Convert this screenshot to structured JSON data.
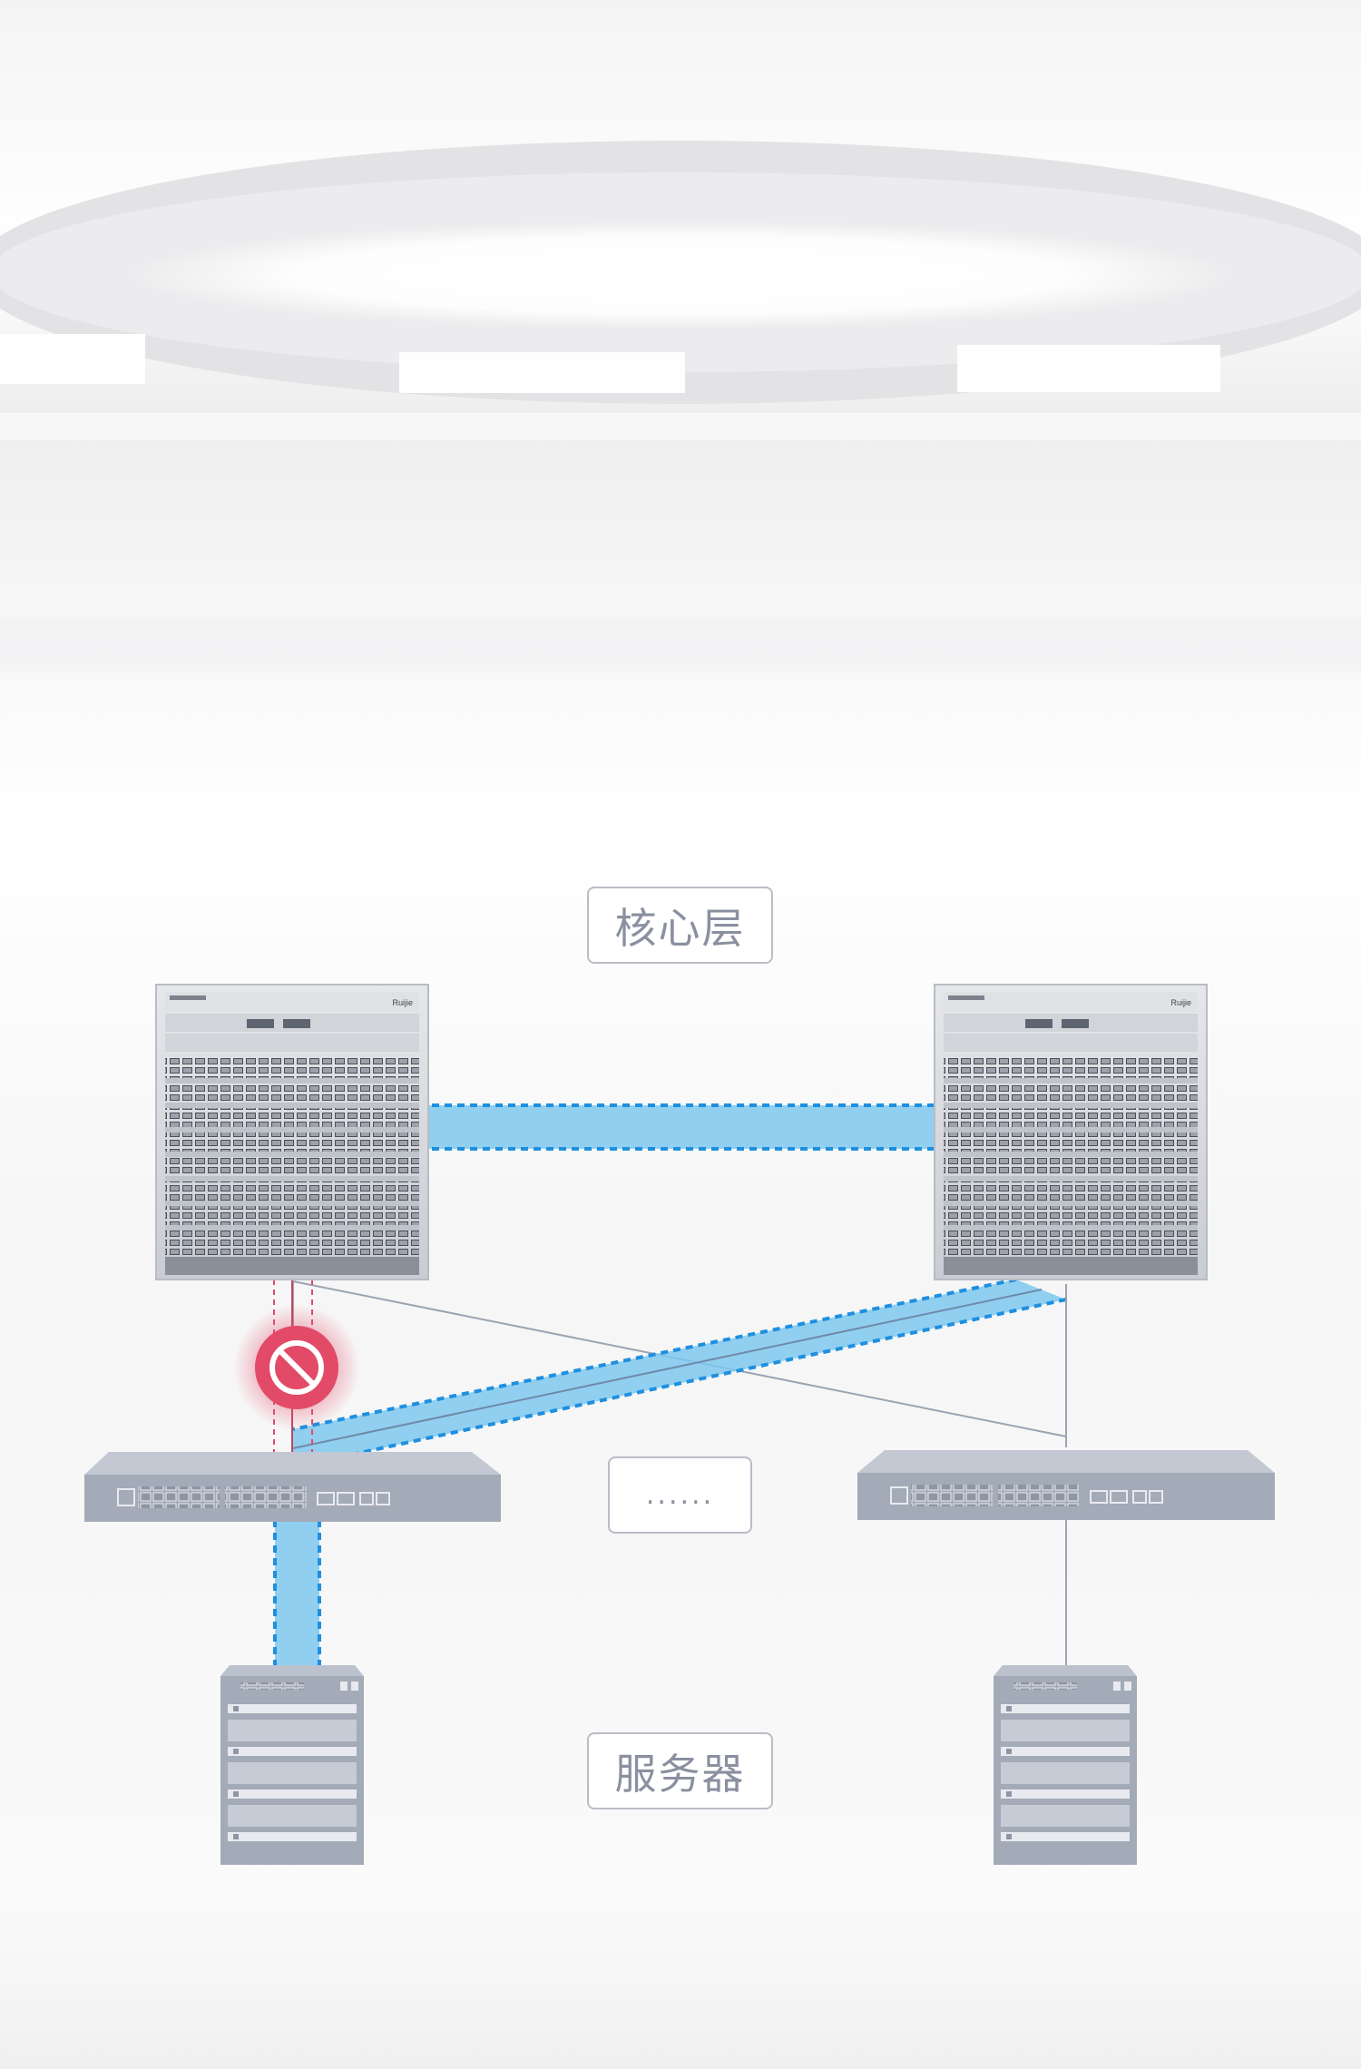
{
  "labels": {
    "core_layer": "核心层",
    "ellipsis": "......",
    "servers": "服务器"
  },
  "devices": {
    "core_switches": [
      {
        "name": "core-switch-left",
        "brand_text": "Ruijie"
      },
      {
        "name": "core-switch-right",
        "brand_text": "Ruijie"
      }
    ],
    "access_switches": [
      {
        "name": "access-switch-left"
      },
      {
        "name": "access-switch-right"
      }
    ],
    "servers": [
      {
        "name": "server-left"
      },
      {
        "name": "server-right"
      }
    ]
  },
  "status": {
    "blocked_link_icon": "prohibited-icon"
  },
  "colors": {
    "link_fill": "#7ec8ee",
    "link_dash": "#1f8fdf",
    "device_gray": "#a3aab8",
    "blocked_red": "#e24a68",
    "thin_line": "#9aa4b3",
    "label_text": "#8a90a0"
  }
}
